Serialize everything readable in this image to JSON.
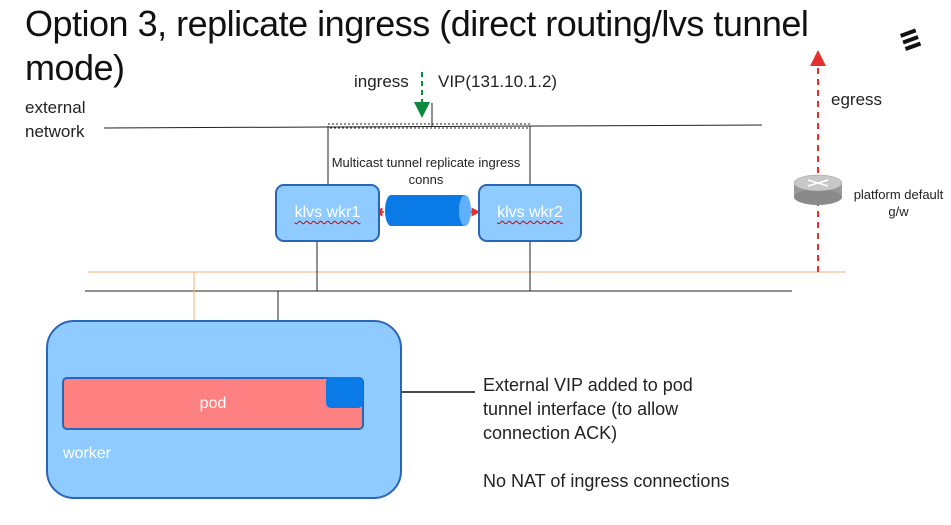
{
  "title": "Option 3, replicate ingress (direct routing/lvs tunnel mode)",
  "labels": {
    "ingress": "ingress",
    "vip": "VIP(131.10.1.2)",
    "external_network": "external network",
    "egress": "egress",
    "multicast_tunnel": "Multicast tunnel replicate ingress conns",
    "gateway": "platform default g/w"
  },
  "nodes": {
    "wkr1": "klvs wkr1",
    "wkr2": "klvs wkr2",
    "pod": "pod",
    "worker": "worker"
  },
  "notes": {
    "vip_added": "External VIP added to pod tunnel interface (to allow connection ACK)",
    "no_nat": "No NAT of ingress connections"
  },
  "colors": {
    "node_fill": "#8fcbff",
    "node_border": "#2a66b8",
    "pod_fill": "#ff8080",
    "tunnel_blue": "#0a7ae6",
    "ingress_arrow": "#0a8a3a",
    "egress_arrow": "#e53030",
    "platform_network": "#f0b070"
  },
  "icons": {
    "brand": "ericsson-logo",
    "gateway": "router-icon"
  }
}
